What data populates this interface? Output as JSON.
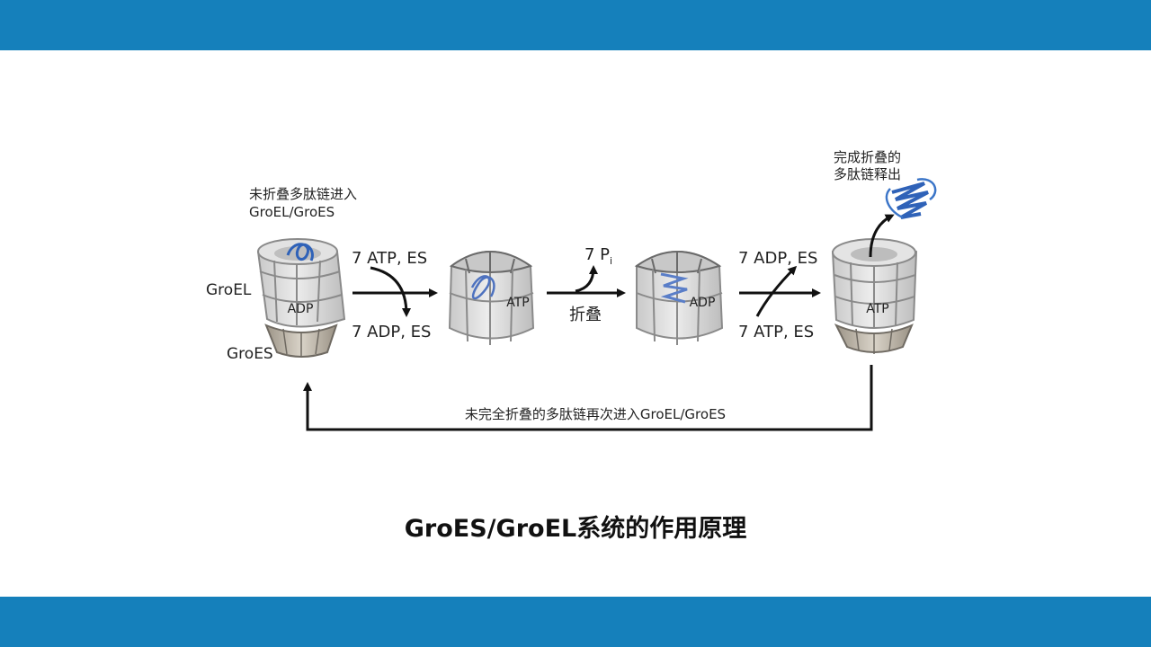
{
  "slide": {
    "band_color": "#1580bb",
    "caption": "GroES/GroEL系统的作用原理"
  },
  "diagram": {
    "labels": {
      "input_line1": "未折叠多肽链进入",
      "input_line2": "GroEL/GroES",
      "groel": "GroEL",
      "groes": "GroES",
      "adp_1": "ADP",
      "atp_2": "ATP",
      "adp_3": "ADP",
      "atp_4": "ATP",
      "step1_in": "7 ATP, ES",
      "step1_out": "7 ADP, ES",
      "step2_out_main": "7 P",
      "step2_out_sub": "i",
      "step2_label": "折叠",
      "step3_out": "7 ADP, ES",
      "step3_in": "7 ATP, ES",
      "release_line1": "完成折叠的",
      "release_line2": "多肽链释出",
      "return_label": "未完全折叠的多肽链再次进入GroEL/GroES"
    },
    "colors": {
      "barrel": "#d8d8d8",
      "barrel_stroke": "#8a8a8a",
      "cap": "#b9b2a6",
      "protein": "#2f62b8",
      "arrow": "#111111"
    }
  }
}
